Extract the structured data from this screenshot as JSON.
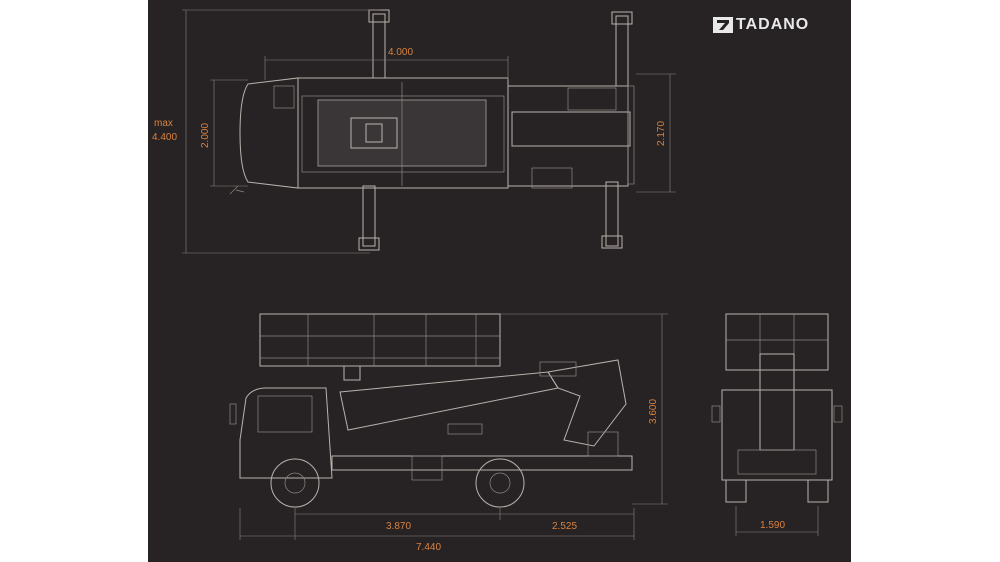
{
  "brand": {
    "name": "TADANO",
    "mark_color": "#e9e9ea"
  },
  "colors": {
    "background": "#272324",
    "lines": "#b9b2ad",
    "dimensions": "#d9823f"
  },
  "dimensions": {
    "top_max_label": "max",
    "top_max_value": "4.400",
    "top_length": "4.000",
    "top_width_left": "2.000",
    "top_width_right": "2.170",
    "side_height": "3.600",
    "side_wheelbase": "3.870",
    "side_rear": "2.525",
    "side_total": "7.440",
    "rear_track": "1.590"
  }
}
